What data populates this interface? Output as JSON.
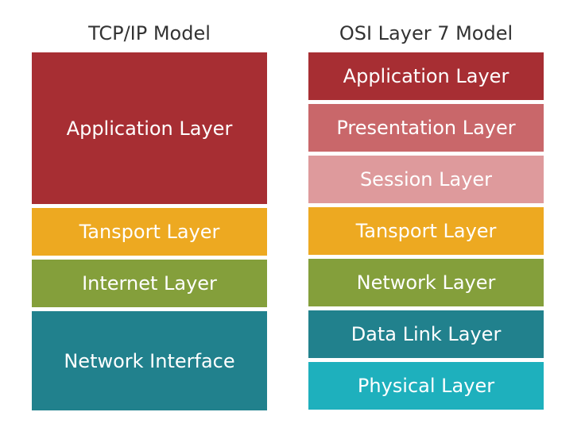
{
  "tcp": {
    "title": "TCP/IP Model",
    "layers": [
      {
        "label": "Application Layer",
        "color": "#a72e33"
      },
      {
        "label": "Tansport Layer",
        "color": "#eda921"
      },
      {
        "label": "Internet Layer",
        "color": "#849f3b"
      },
      {
        "label": "Network Interface",
        "color": "#21818d"
      }
    ]
  },
  "osi": {
    "title": "OSI Layer 7 Model",
    "layers": [
      {
        "label": "Application Layer",
        "color": "#a72e33"
      },
      {
        "label": "Presentation Layer",
        "color": "#c9676a"
      },
      {
        "label": "Session Layer",
        "color": "#de9a9c"
      },
      {
        "label": "Tansport Layer",
        "color": "#eda921"
      },
      {
        "label": "Network Layer",
        "color": "#849f3b"
      },
      {
        "label": "Data Link Layer",
        "color": "#21818d"
      },
      {
        "label": "Physical Layer",
        "color": "#1eb0bd"
      }
    ]
  }
}
